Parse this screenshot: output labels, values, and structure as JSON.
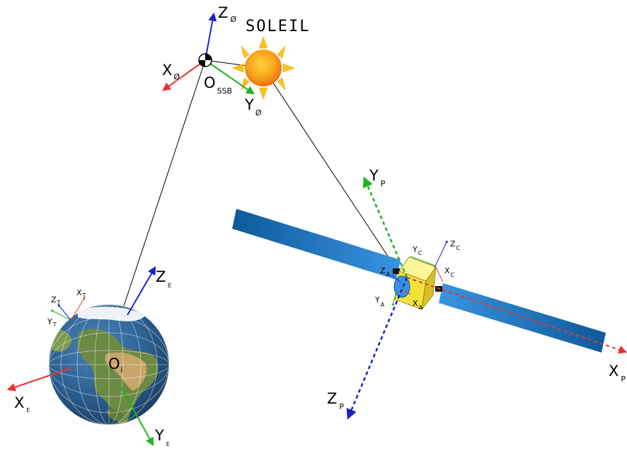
{
  "sun": {
    "title": "SOLEIL"
  },
  "ssb": {
    "origin": {
      "main": "O",
      "sub": "SSB"
    },
    "axes": {
      "x": {
        "main": "X",
        "sub": "Ø"
      },
      "y": {
        "main": "Y",
        "sub": "Ø"
      },
      "z": {
        "main": "Z",
        "sub": "Ø"
      }
    }
  },
  "earth": {
    "origin": {
      "main": "O",
      "sub": "i"
    },
    "axes": {
      "x": {
        "main": "X",
        "sub": "E"
      },
      "y": {
        "main": "Y",
        "sub": "E"
      },
      "z": {
        "main": "Z",
        "sub": "E"
      }
    },
    "station_axes": {
      "x": {
        "main": "X",
        "sub": "T"
      },
      "y": {
        "main": "Y",
        "sub": "T"
      },
      "z": {
        "main": "Z",
        "sub": "T"
      }
    }
  },
  "spacecraft": {
    "platform_axes": {
      "x": {
        "main": "X",
        "sub": "P"
      },
      "y": {
        "main": "Y",
        "sub": "P"
      },
      "z": {
        "main": "Z",
        "sub": "P"
      }
    },
    "body_axes": {
      "x": {
        "main": "X",
        "sub": "C"
      },
      "y": {
        "main": "Y",
        "sub": "C"
      },
      "z": {
        "main": "Z",
        "sub": "C"
      }
    },
    "antenna_axes": {
      "x": {
        "main": "X",
        "sub": "A"
      },
      "y": {
        "main": "Y",
        "sub": "A"
      },
      "z": {
        "main": "Z",
        "sub": "A"
      }
    }
  },
  "colors": {
    "x_axis": "#e8352e",
    "y_axis": "#22b222",
    "z_axis": "#1a23c8",
    "panel": "#1b6fb5",
    "body": "#f2e23a"
  }
}
